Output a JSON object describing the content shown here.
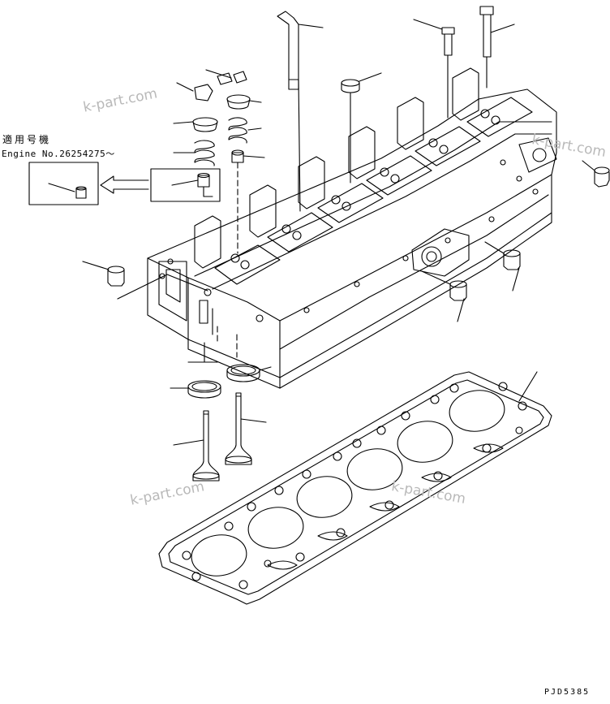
{
  "labels": {
    "applicable": "適用号機",
    "engine_serial": "Engine No.26254275～",
    "drawing_code": "PJD5385"
  },
  "watermarks": [
    "k-part.com",
    "k-part.com",
    "k-part.com",
    "k-part.com"
  ],
  "colors": {
    "line": "#000000",
    "watermark": "#b9b9b9",
    "background": "#ffffff"
  }
}
